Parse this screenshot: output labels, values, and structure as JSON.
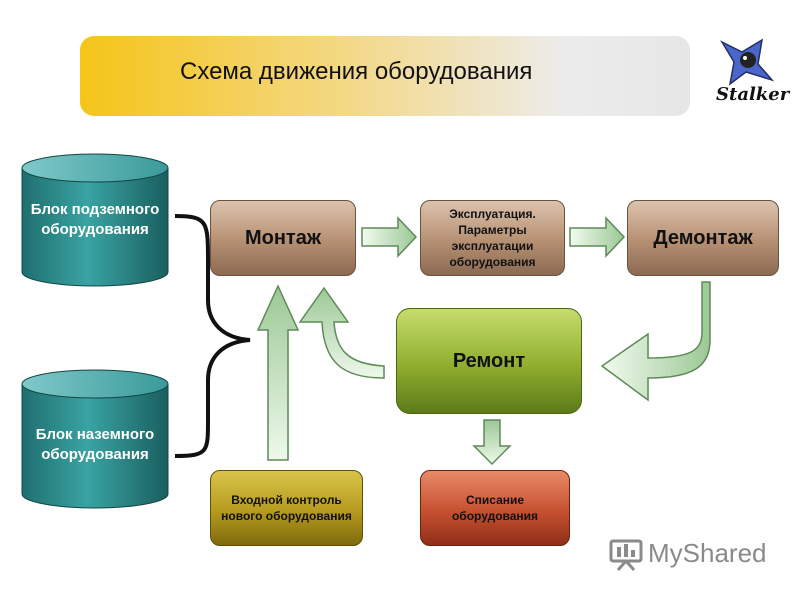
{
  "title": "Схема движения оборудования",
  "logo": {
    "icon": "stalker-logo-icon",
    "text": "Stalker"
  },
  "blocks": {
    "underground": "Блок подземного оборудования",
    "surface": "Блок наземного оборудования"
  },
  "boxes": {
    "mounting": "Монтаж",
    "operation": "Эксплуатация. Параметры эксплуатации оборудования",
    "dismounting": "Демонтаж",
    "repair": "Ремонт",
    "incoming_control": "Входной контроль нового оборудования",
    "writeoff": "Списание оборудования"
  },
  "watermark": {
    "icon": "myshared-logo-icon",
    "text": "MyShared"
  },
  "colors": {
    "cylinder": "#2f8f8f",
    "arrow_fill": "#cfe8c8",
    "arrow_stroke": "#5e8a58",
    "title_gradient_start": "#f5c518"
  }
}
